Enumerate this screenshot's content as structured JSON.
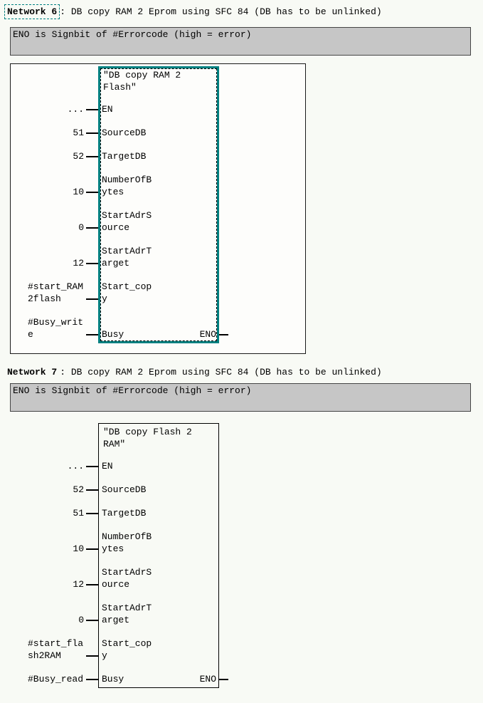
{
  "colors": {
    "page_bg": "#f8faf5",
    "frame_bg": "#fdfdfb",
    "selection_teal": "#008080",
    "comment_bg": "#c6c6c6",
    "comment_border": "#454545",
    "wire": "#000000",
    "text": "#000000"
  },
  "networks": [
    {
      "label": "Network 6",
      "selected": true,
      "description": ": DB copy RAM 2 Eprom using SFC 84 (DB has to be unlinked)",
      "comment": "ENO is Signbit of #Errorcode (high = error)",
      "block": {
        "title": "\"DB copy RAM 2 Flash\"",
        "title_lines": [
          "\"DB copy RAM 2",
          "Flash\""
        ],
        "selected": true,
        "framed": true,
        "output_label": "ENO",
        "rows": [
          {
            "param": "EN",
            "param_lines": [
              "EN"
            ],
            "operand": "...",
            "operand_lines": [
              "..."
            ],
            "operand_kind": "value"
          },
          {
            "param": "SourceDB",
            "param_lines": [
              "SourceDB"
            ],
            "operand": "51",
            "operand_lines": [
              "51"
            ],
            "operand_kind": "value"
          },
          {
            "param": "TargetDB",
            "param_lines": [
              "TargetDB"
            ],
            "operand": "52",
            "operand_lines": [
              "52"
            ],
            "operand_kind": "value"
          },
          {
            "param": "NumberOfBytes",
            "param_lines": [
              "NumberOfB",
              "ytes"
            ],
            "operand": "10",
            "operand_lines": [
              "10"
            ],
            "operand_kind": "value"
          },
          {
            "param": "StartAdrSource",
            "param_lines": [
              "StartAdrS",
              "ource"
            ],
            "operand": "0",
            "operand_lines": [
              "0"
            ],
            "operand_kind": "value"
          },
          {
            "param": "StartAdrTarget",
            "param_lines": [
              "StartAdrT",
              "arget"
            ],
            "operand": "12",
            "operand_lines": [
              "12"
            ],
            "operand_kind": "value"
          },
          {
            "param": "Start_copy",
            "param_lines": [
              "Start_cop",
              "y"
            ],
            "operand": "#start_RAM2flash",
            "operand_lines": [
              "#start_RAM",
              "2flash"
            ],
            "operand_kind": "symbol"
          },
          {
            "param": "Busy",
            "param_lines": [
              "Busy"
            ],
            "operand": "#Busy_write",
            "operand_lines": [
              "#Busy_writ",
              "e"
            ],
            "operand_kind": "symbol",
            "output": "ENO"
          }
        ]
      }
    },
    {
      "label": "Network 7",
      "selected": false,
      "description": ": DB copy RAM 2 Eprom using SFC 84 (DB has to be unlinked)",
      "comment": "ENO is Signbit of #Errorcode (high = error)",
      "block": {
        "title": "\"DB copy Flash 2 RAM\"",
        "title_lines": [
          "\"DB copy Flash 2",
          "RAM\""
        ],
        "selected": false,
        "framed": false,
        "output_label": "ENO",
        "rows": [
          {
            "param": "EN",
            "param_lines": [
              "EN"
            ],
            "operand": "...",
            "operand_lines": [
              "..."
            ],
            "operand_kind": "value"
          },
          {
            "param": "SourceDB",
            "param_lines": [
              "SourceDB"
            ],
            "operand": "52",
            "operand_lines": [
              "52"
            ],
            "operand_kind": "value"
          },
          {
            "param": "TargetDB",
            "param_lines": [
              "TargetDB"
            ],
            "operand": "51",
            "operand_lines": [
              "51"
            ],
            "operand_kind": "value"
          },
          {
            "param": "NumberOfBytes",
            "param_lines": [
              "NumberOfB",
              "ytes"
            ],
            "operand": "10",
            "operand_lines": [
              "10"
            ],
            "operand_kind": "value"
          },
          {
            "param": "StartAdrSource",
            "param_lines": [
              "StartAdrS",
              "ource"
            ],
            "operand": "12",
            "operand_lines": [
              "12"
            ],
            "operand_kind": "value"
          },
          {
            "param": "StartAdrTarget",
            "param_lines": [
              "StartAdrT",
              "arget"
            ],
            "operand": "0",
            "operand_lines": [
              "0"
            ],
            "operand_kind": "value"
          },
          {
            "param": "Start_copy",
            "param_lines": [
              "Start_cop",
              "y"
            ],
            "operand": "#start_flash2RAM",
            "operand_lines": [
              "#start_fla",
              "sh2RAM"
            ],
            "operand_kind": "symbol"
          },
          {
            "param": "Busy",
            "param_lines": [
              "Busy"
            ],
            "operand": "#Busy_read",
            "operand_lines": [
              "#Busy_read"
            ],
            "operand_kind": "symbol",
            "output": "ENO"
          }
        ]
      }
    }
  ]
}
